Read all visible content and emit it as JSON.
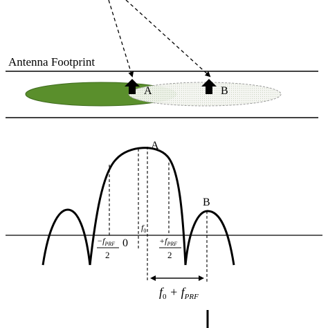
{
  "footprint": {
    "title": "Antenna Footprint",
    "target_a_label": "A",
    "target_b_label": "B",
    "target_a_color": "#5a8f2c",
    "target_b_color": "#eef2ea"
  },
  "spectrum": {
    "peak_a_label": "A",
    "peak_b_label": "B",
    "f0_label": "f",
    "f0_sub": "0",
    "zero_label": "0",
    "neg_prf_num": "−f",
    "neg_prf_sub": "PRF",
    "neg_prf_den": "2",
    "pos_prf_num": "+f",
    "pos_prf_sub": "PRF",
    "pos_prf_den": "2",
    "shift_f": "f",
    "shift_f_sub": "0",
    "shift_plus": " + f",
    "shift_prf_sub": "PRF"
  },
  "icons": {
    "up_arrow": "up-arrow-icon"
  }
}
